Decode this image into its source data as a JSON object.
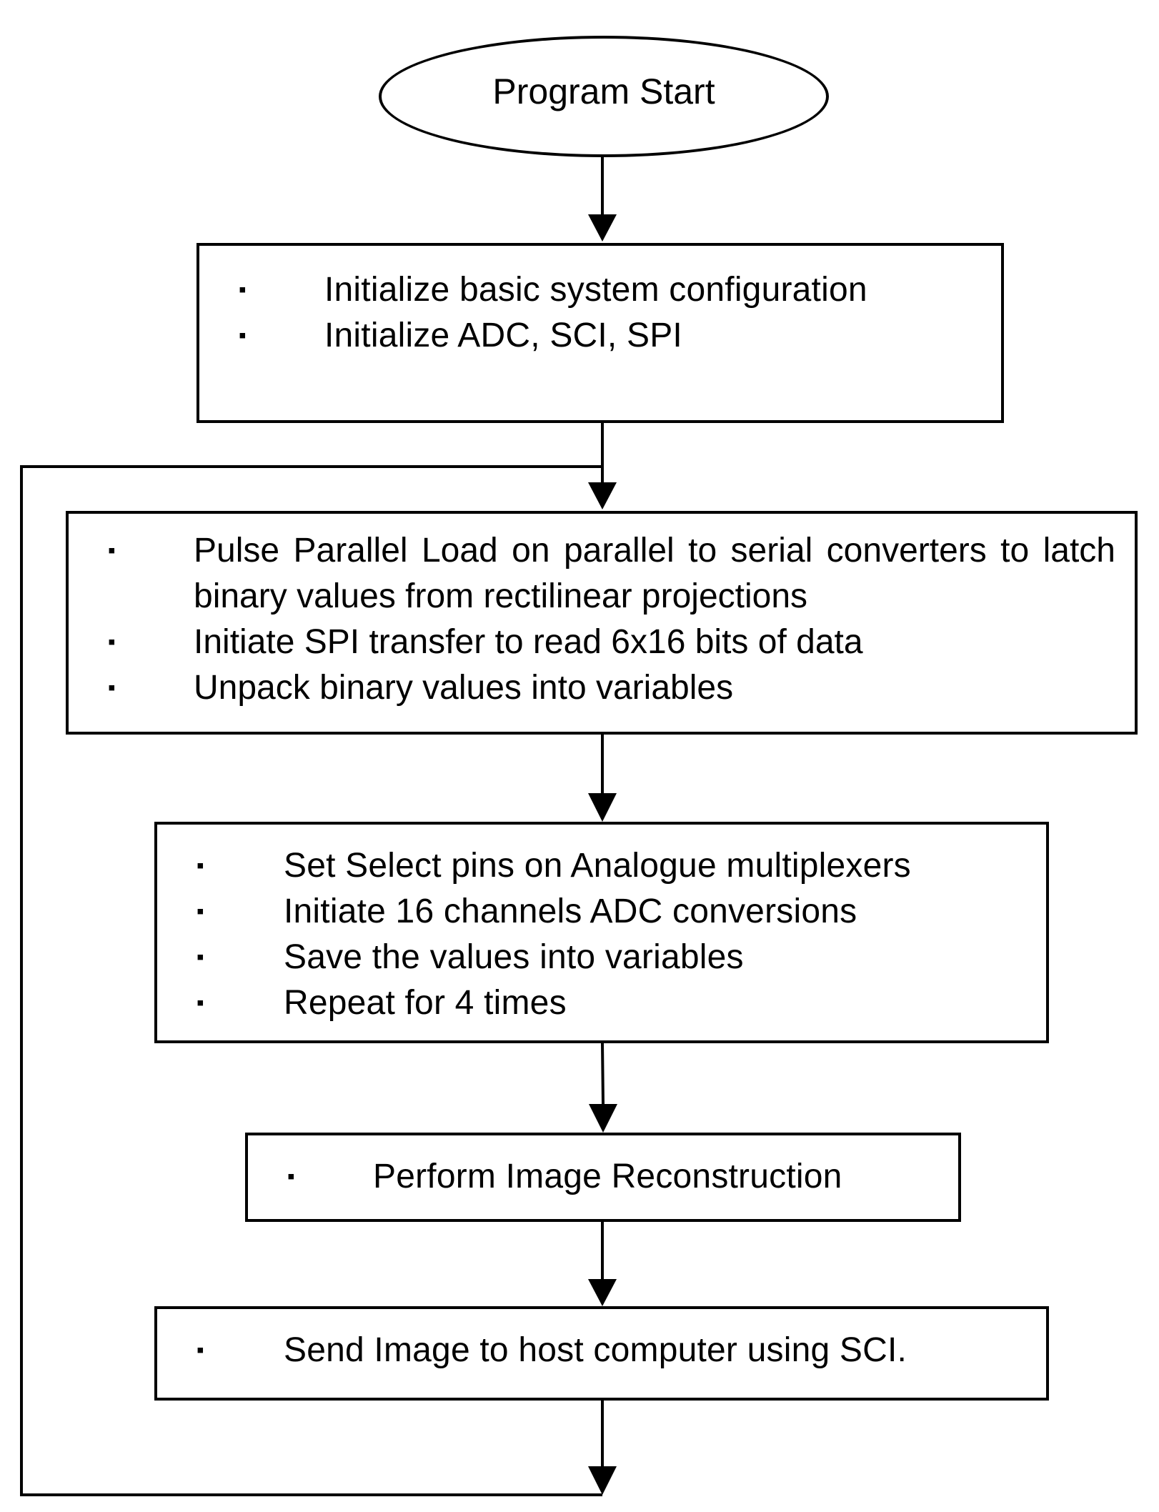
{
  "flowchart": {
    "start": {
      "label": "Program Start"
    },
    "steps": [
      {
        "id": "init",
        "items": [
          "Initialize basic system configuration",
          "Initialize ADC, SCI, SPI"
        ]
      },
      {
        "id": "spi",
        "items": [
          "Pulse Parallel Load on parallel to serial converters to latch binary values from rectilinear projections",
          "Initiate SPI transfer to read 6x16 bits of data",
          "Unpack binary values into variables"
        ]
      },
      {
        "id": "adc",
        "items": [
          "Set Select pins on Analogue multiplexers",
          "Initiate 16 channels ADC conversions",
          "Save the values into variables",
          "Repeat for 4 times"
        ]
      },
      {
        "id": "recon",
        "items": [
          "Perform Image Reconstruction"
        ]
      },
      {
        "id": "send",
        "items": [
          "Send Image to host computer using SCI."
        ]
      }
    ],
    "bullet_glyph": "▪",
    "line_color": "#000000",
    "background_color": "#ffffff"
  }
}
